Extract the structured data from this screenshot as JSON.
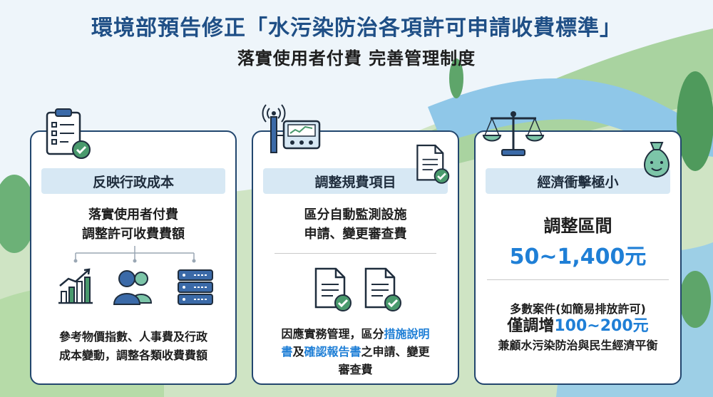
{
  "header": {
    "title": "環境部預告修正「水污染防治各項許可申請收費標準」",
    "subtitle": "落實使用者付費 完善管理制度"
  },
  "cards": [
    {
      "heading": "反映行政成本",
      "line1": "落實使用者付費",
      "line2": "調整許可收費費額",
      "footer1": "參考物價指數、人事費及行政",
      "footer2": "成本變動，調整各類收費費額",
      "icons": [
        "clipboard-check-icon",
        "bar-chart-icon",
        "users-icon",
        "server-icon"
      ]
    },
    {
      "heading": "調整規費項目",
      "line1": "區分自動監測設施",
      "line2": "申請、變更審查費",
      "footer_a": "因應實務管理，區分",
      "footer_b": "措施說明",
      "footer_c": "書",
      "footer_d": "及",
      "footer_e": "確認報告書",
      "footer_f": "之申請、變更",
      "footer_g": "審查費",
      "icons": [
        "monitoring-device-icon",
        "document-check-icon"
      ]
    },
    {
      "heading": "經濟衝擊極小",
      "range_label": "調整區間",
      "range_value": "50~1,400元",
      "note": "多數案件(如簡易排放許可)",
      "emph_prefix": "僅調增",
      "emph_value": "100~200元",
      "balance": "兼顧水污染防治與民生經濟平衡",
      "icons": [
        "balance-scale-icon",
        "money-bag-icon"
      ]
    }
  ],
  "colors": {
    "title": "#1f4f86",
    "accent": "#1f7fd6",
    "card_border": "#22466e",
    "header_band": "#d7e8f4"
  }
}
